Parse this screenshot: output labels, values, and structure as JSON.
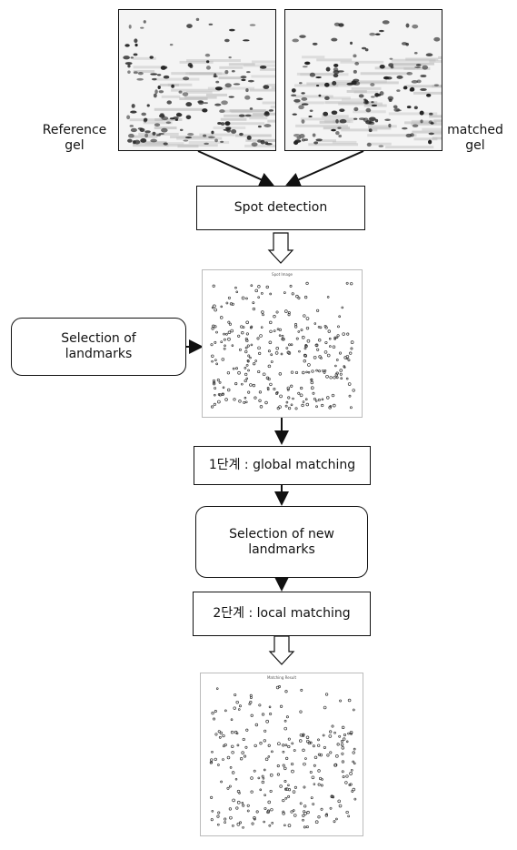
{
  "labels": {
    "reference_gel": "Reference\ngel",
    "matched_gel": "matched\ngel",
    "spot_detection": "Spot detection",
    "selection_landmarks": "Selection of\nlandmarks",
    "step1": "1단계 : global matching",
    "selection_new_landmarks": "Selection of new\nlandmarks",
    "step2": "2단계 : local matching"
  },
  "plots": {
    "detected_title": "Spot Image",
    "result_title": "Matching Result"
  }
}
